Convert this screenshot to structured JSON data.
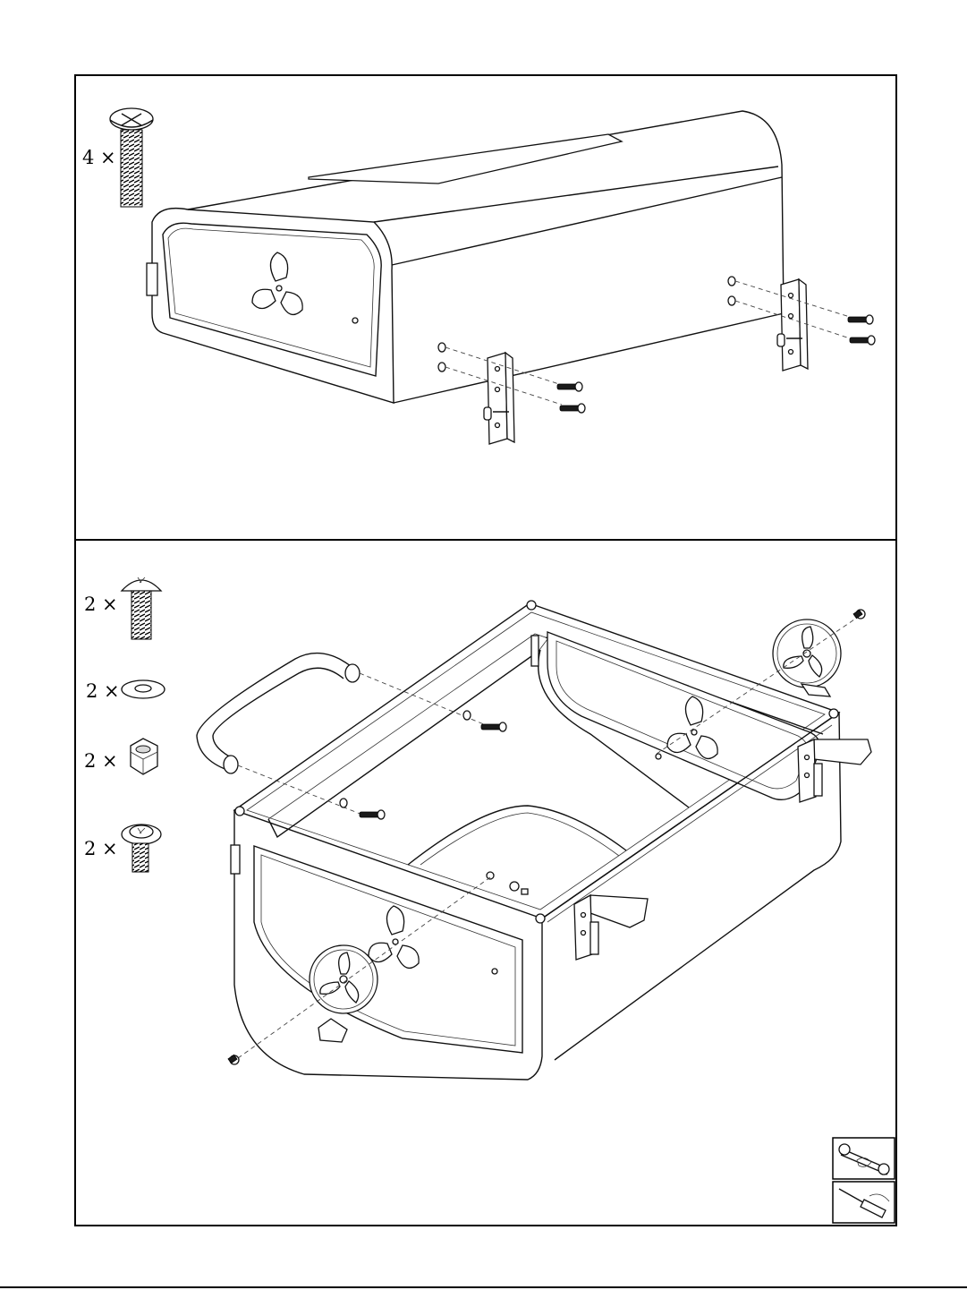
{
  "step_upper": {
    "parts": [
      {
        "icon": "truss-head-screw-icon",
        "quantity": "4 ×"
      }
    ]
  },
  "step_lower": {
    "parts": [
      {
        "icon": "truss-head-bolt-icon",
        "quantity": "2 ×"
      },
      {
        "icon": "flat-washer-icon",
        "quantity": "2 ×"
      },
      {
        "icon": "hex-nut-icon",
        "quantity": "2 ×"
      },
      {
        "icon": "flange-head-screw-icon",
        "quantity": "2 ×"
      }
    ],
    "tools": [
      {
        "icon": "wrench-tool-icon"
      },
      {
        "icon": "screwdriver-tool-icon"
      }
    ]
  }
}
